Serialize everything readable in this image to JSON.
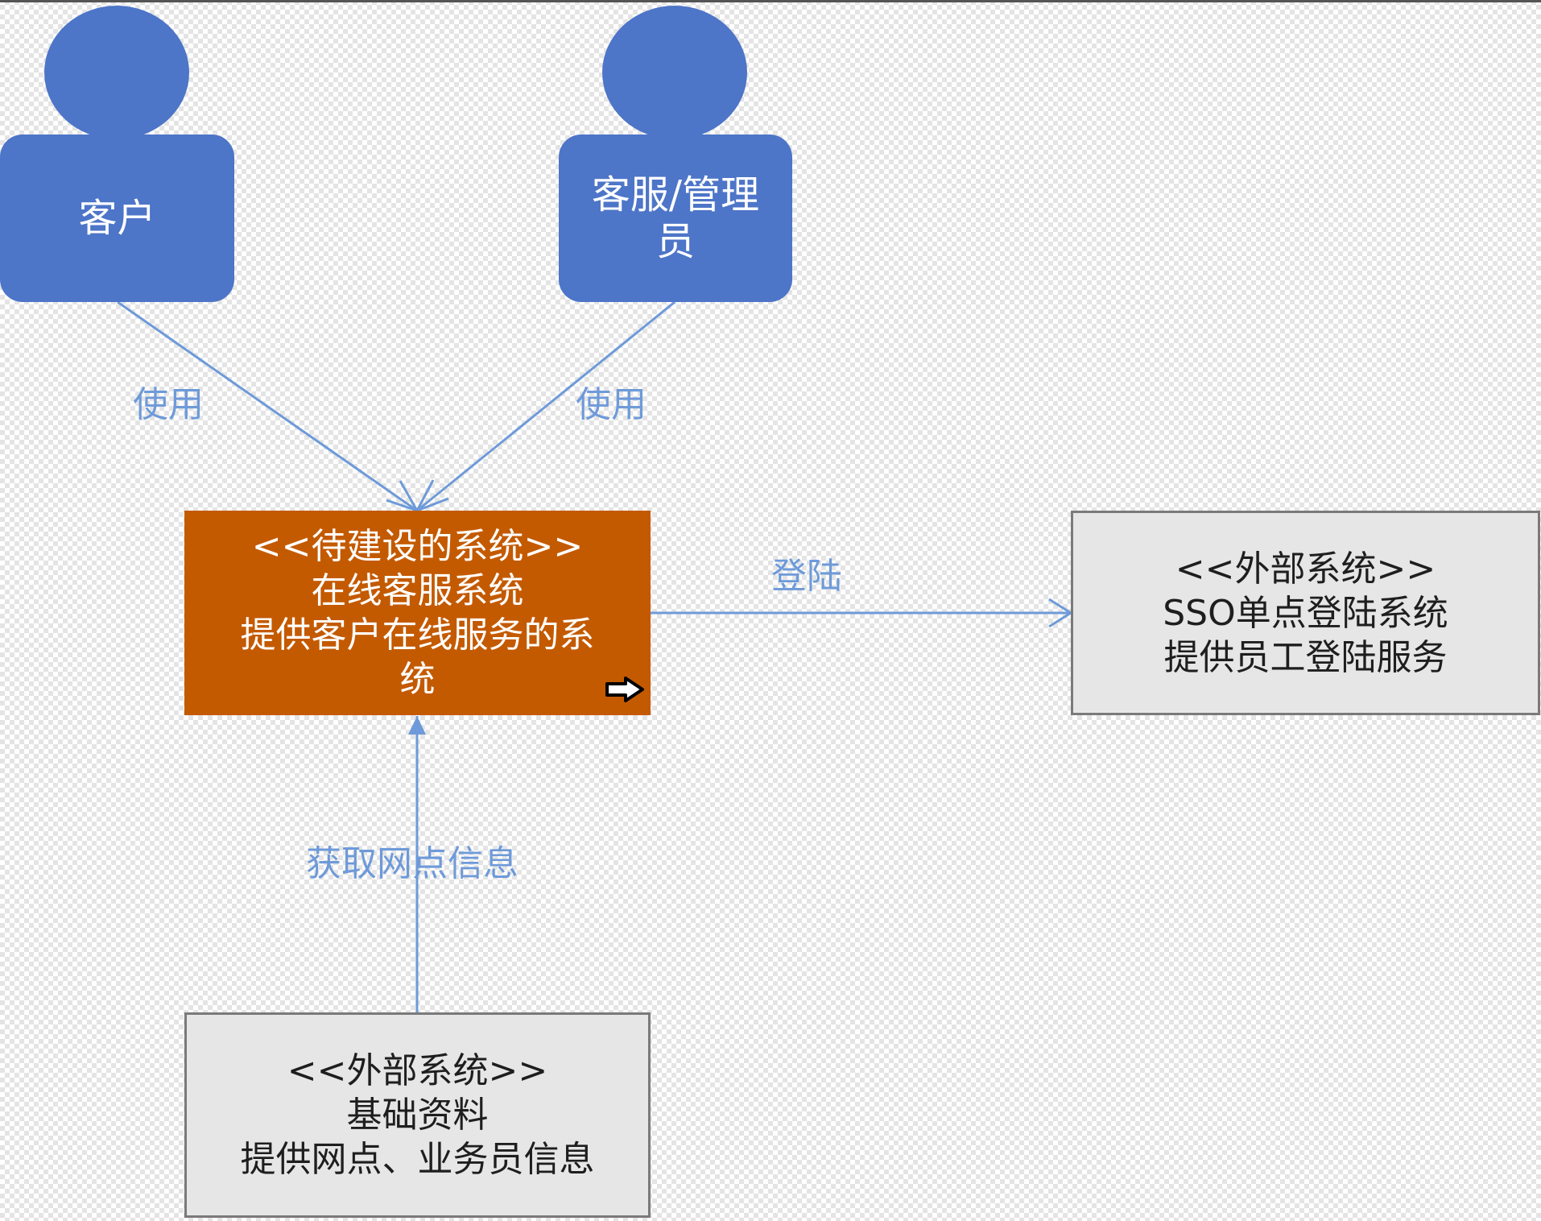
{
  "diagram": {
    "actors": {
      "customer": {
        "label": "客户"
      },
      "staff": {
        "label": "客服/管理员",
        "lines": [
          "客服/管理",
          "员"
        ]
      }
    },
    "target_system": {
      "lines": [
        "<<待建设的系统>>",
        "在线客服系统",
        "提供客户在线服务的系",
        "统"
      ]
    },
    "sso_system": {
      "lines": [
        "<<外部系统>>",
        "SSO单点登陆系统",
        "提供员工登陆服务"
      ]
    },
    "base_data_system": {
      "lines": [
        "<<外部系统>>",
        "基础资料",
        "提供网点、业务员信息"
      ]
    },
    "edges": {
      "customer_uses": "使用",
      "staff_uses": "使用",
      "login": "登陆",
      "fetch_outlet_info": "获取网点信息"
    },
    "icons": {
      "link_icon": "arrow-right-icon"
    },
    "colors": {
      "actor": "#4d75c8",
      "target_system": "#c45a00",
      "external_system": "#e6e6e6",
      "connector": "#6e9ad9"
    }
  }
}
